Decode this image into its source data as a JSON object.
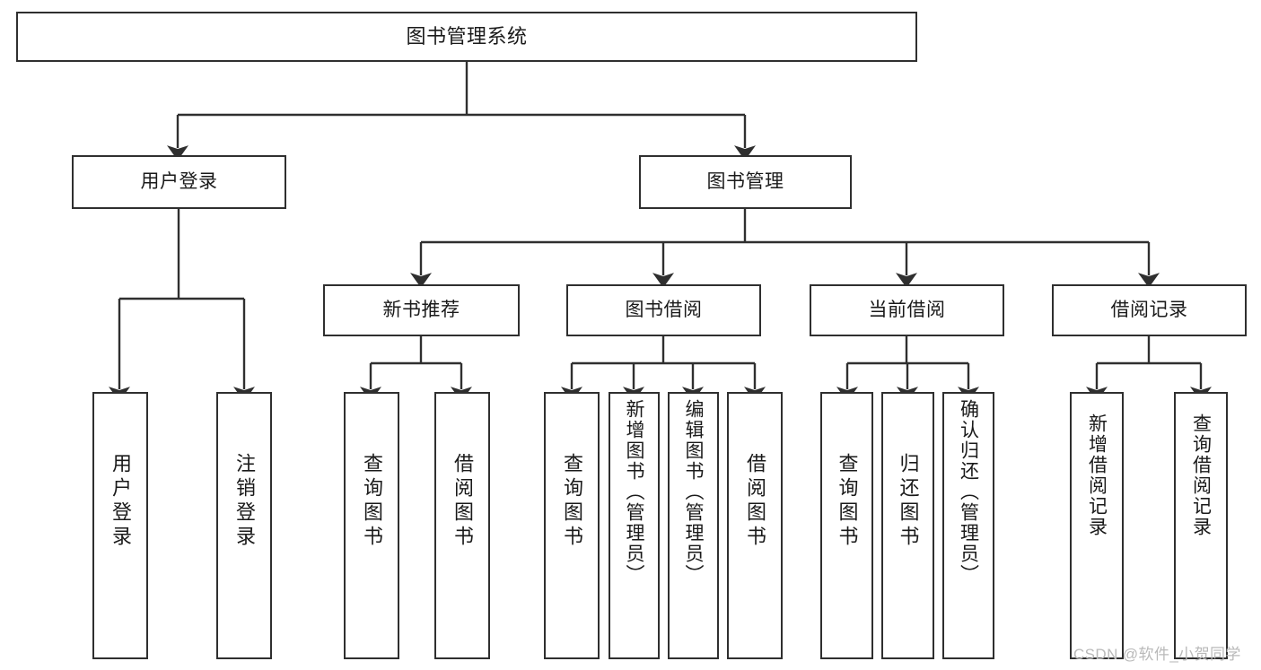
{
  "diagram": {
    "title": "图书管理系统",
    "type": "tree-structure-chart",
    "stroke_color": "#2f2f2f",
    "background_color": "#ffffff",
    "text_color": "#1a1a1a"
  },
  "nodes": {
    "root": {
      "label": "图书管理系统"
    },
    "level1": [
      {
        "label": "用户登录"
      },
      {
        "label": "图书管理"
      }
    ],
    "level2": [
      {
        "label": "新书推荐"
      },
      {
        "label": "图书借阅"
      },
      {
        "label": "当前借阅"
      },
      {
        "label": "借阅记录"
      }
    ],
    "leaves": {
      "user_login": [
        {
          "label": "用户登录"
        },
        {
          "label": "注销登录"
        }
      ],
      "new_book_recommend": [
        {
          "label": "查询图书"
        },
        {
          "label": "借阅图书"
        }
      ],
      "book_borrow": [
        {
          "label": "查询图书"
        },
        {
          "label": "新增图书（管理员）"
        },
        {
          "label": "编辑图书（管理员）"
        },
        {
          "label": "借阅图书"
        }
      ],
      "current_borrow": [
        {
          "label": "查询图书"
        },
        {
          "label": "归还图书"
        },
        {
          "label": "确认归还（管理员）"
        }
      ],
      "borrow_record": [
        {
          "label": "新增借阅记录"
        },
        {
          "label": "查询借阅记录"
        }
      ]
    }
  },
  "watermark": {
    "text": "CSDN @软件_小贺同学"
  }
}
